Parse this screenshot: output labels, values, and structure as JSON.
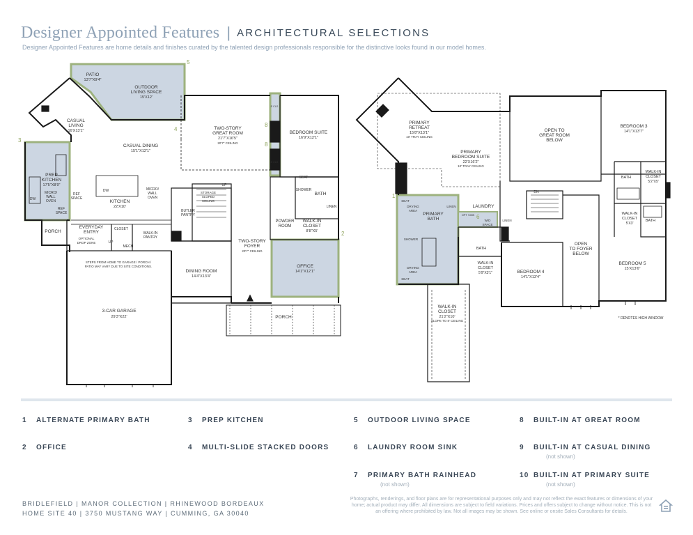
{
  "header": {
    "title": "Designer Appointed Features",
    "separator": "|",
    "subtitle": "ARCHITECTURAL SELECTIONS",
    "intro": "Designer Appointed Features are home details and finishes curated by the talented design professionals responsible for the distinctive looks found in our model homes."
  },
  "plan_first": {
    "patio": "PATIO",
    "patio_dim": "13'7\"X9'4\"",
    "outdoor": "OUTDOOR",
    "outdoor2": "LIVING SPACE",
    "outdoor_dim": "15'X12'",
    "casual_living": "CASUAL",
    "casual_living2": "LIVING",
    "casual_living_dim": "16'X13'1\"",
    "casual_dining": "CASUAL DINING",
    "casual_dining_dim": "15'1\"X12'1\"",
    "great_room": "TWO-STORY",
    "great_room2": "GREAT ROOM",
    "great_room_dim": "21'7\"X16'5\"",
    "great_room_ceiling": "20'7\" CEILING",
    "bedroom_suite": "BEDROOM SUITE",
    "bedroom_suite_dim": "16'9\"X12'1\"",
    "prep_kitchen": "PREP",
    "prep_kitchen2": "KITCHEN",
    "prep_kitchen_dim": "17'5\"X8'9\"",
    "micro_wall": "MICRO/",
    "micro_wall2": "WALL",
    "micro_wall3": "OVEN",
    "dw": "DW",
    "ref": "REF",
    "ref2": "SPACE",
    "kitchen": "KITCHEN",
    "kitchen_dim": "22'X10'",
    "micro_wall_oven": "MICRO/",
    "micro_wall_oven2": "WALL",
    "micro_wall_oven3": "OVEN",
    "butler": "BUTLER",
    "butler2": "PANTRY",
    "storage": "STORAGE",
    "storage2": "SLOPED",
    "storage3": "CEILING",
    "up": "UP",
    "seat": "SEAT",
    "shower": "SHOWER",
    "bath": "BATH",
    "linen": "LINEN",
    "powder": "POWDER",
    "powder2": "ROOM",
    "walkin": "WALK-IN",
    "walkin2": "CLOSET",
    "walkin_dim": "8'8\"X5'",
    "porch_left": "PORCH",
    "everyday": "EVERYDAY",
    "everyday2": "ENTRY",
    "drop_zone": "OPTIONAL",
    "drop_zone2": "DROP ZONE",
    "closet": "CLOSET",
    "mech": "MECH",
    "walkin_pantry": "WALK-IN",
    "walkin_pantry2": "PANTRY",
    "foyer": "TWO-STORY",
    "foyer2": "FOYER",
    "foyer_ceiling": "20'7\" CEILING",
    "steps_note": "STEPS FROM HOME TO GARAGE / PORCH /",
    "steps_note2": "PATIO MAY VARY DUE TO SITE CONDITIONS.",
    "dining": "DINING ROOM",
    "dining_dim": "14'4\"X13'4\"",
    "office": "OFFICE",
    "office_dim": "14'1\"X12'1\"",
    "garage": "3-CAR GARAGE",
    "garage_dim": "29'3\"X22'",
    "porch": "PORCH",
    "bi_label": "8' CLG",
    "markers": [
      "5",
      "4",
      "3",
      "8",
      "8",
      "2"
    ]
  },
  "plan_second": {
    "retreat": "PRIMARY",
    "retreat2": "RETREAT",
    "retreat_dim": "15'8\"X13'1\"",
    "retreat_ceiling": "10' TRAY CEILING",
    "suite": "PRIMARY",
    "suite2": "BEDROOM SUITE",
    "suite_dim": "22'X16'2\"",
    "suite_ceiling": "10' TRAY CEILING",
    "open_great": "OPEN TO",
    "open_great2": "GREAT ROOM",
    "open_great3": "BELOW",
    "bed3": "BEDROOM 3",
    "bed3_dim": "14'1\"X13'7\"",
    "walkin_a": "WALK-IN",
    "walkin_a2": "CLOSET",
    "walkin_a_dim": "5'2\"X5'",
    "bath": "BATH",
    "laundry": "LAUNDRY",
    "primary_bath": "PRIMARY",
    "primary_bath2": "BATH",
    "drying": "DRYING",
    "drying2": "AREA",
    "shower": "SHOWER",
    "seat": "SEAT",
    "linen": "LINEN",
    "wd": "W/D",
    "wd2": "SPACE",
    "opt_sink": "OPT SINK",
    "dn": "DN",
    "walkin_b": "WALK-IN",
    "walkin_b2": "CLOSET",
    "walkin_b_dim": "5'X3'",
    "open_foyer": "OPEN",
    "open_foyer2": "TO FOYER",
    "open_foyer3": "BELOW",
    "walkin_c": "WALK-IN",
    "walkin_c2": "CLOSET",
    "walkin_c_dim": "5'9\"X3'1\"",
    "bed4": "BEDROOM 4",
    "bed4_dim": "14'1\"X13'4\"",
    "bed5": "BEDROOM 5",
    "bed5_dim": "15'X13'6\"",
    "walkin_d": "WALK-IN",
    "walkin_d2": "CLOSET",
    "walkin_d_dim": "21'2\"X10'",
    "walkin_d_note": "SLOPE TO 8' CEILING",
    "high_window": "* DENOTES HIGH WINDOW",
    "markers": [
      "1",
      "6"
    ]
  },
  "features": [
    {
      "num": "1",
      "label": "ALTERNATE PRIMARY BATH",
      "note": ""
    },
    {
      "num": "3",
      "label": "PREP KITCHEN",
      "note": ""
    },
    {
      "num": "5",
      "label": "OUTDOOR LIVING SPACE",
      "note": ""
    },
    {
      "num": "8",
      "label": "BUILT-IN AT GREAT ROOM",
      "note": ""
    },
    {
      "num": "2",
      "label": "OFFICE",
      "note": ""
    },
    {
      "num": "4",
      "label": "MULTI-SLIDE STACKED DOORS",
      "note": ""
    },
    {
      "num": "6",
      "label": "LAUNDRY ROOM SINK",
      "note": ""
    },
    {
      "num": "9",
      "label": "BUILT-IN AT CASUAL DINING",
      "note": "(not shown)"
    },
    {
      "num": "7",
      "label": "PRIMARY BATH RAINHEAD",
      "note": "(not shown)"
    },
    {
      "num": "10",
      "label": "BUILT-IN AT PRIMARY SUITE",
      "note": "(not shown)"
    }
  ],
  "footer": {
    "line1": "BRIDLEFIELD  |  MANOR COLLECTION  |  RHINEWOOD BORDEAUX",
    "line2": "HOME SITE 40  |  3750 MUSTANG WAY  |  CUMMING, GA 30040",
    "disclaimer": "Photographs, renderings, and floor plans are for representational purposes only and may not reflect the exact features or dimensions of your home; actual product may differ. All dimensions are subject to field variations. Prices and offers subject to change without notice. This is not an offering where prohibited by law. Not all images may be shown. See online or onsite Sales Consultants for details.",
    "eho_icon": "equal-housing-icon"
  },
  "colors": {
    "highlight_fill": "#ccd6e2",
    "highlight_stroke": "#9db27e",
    "wall": "#1a1a1a",
    "title": "#8fa2b6"
  }
}
